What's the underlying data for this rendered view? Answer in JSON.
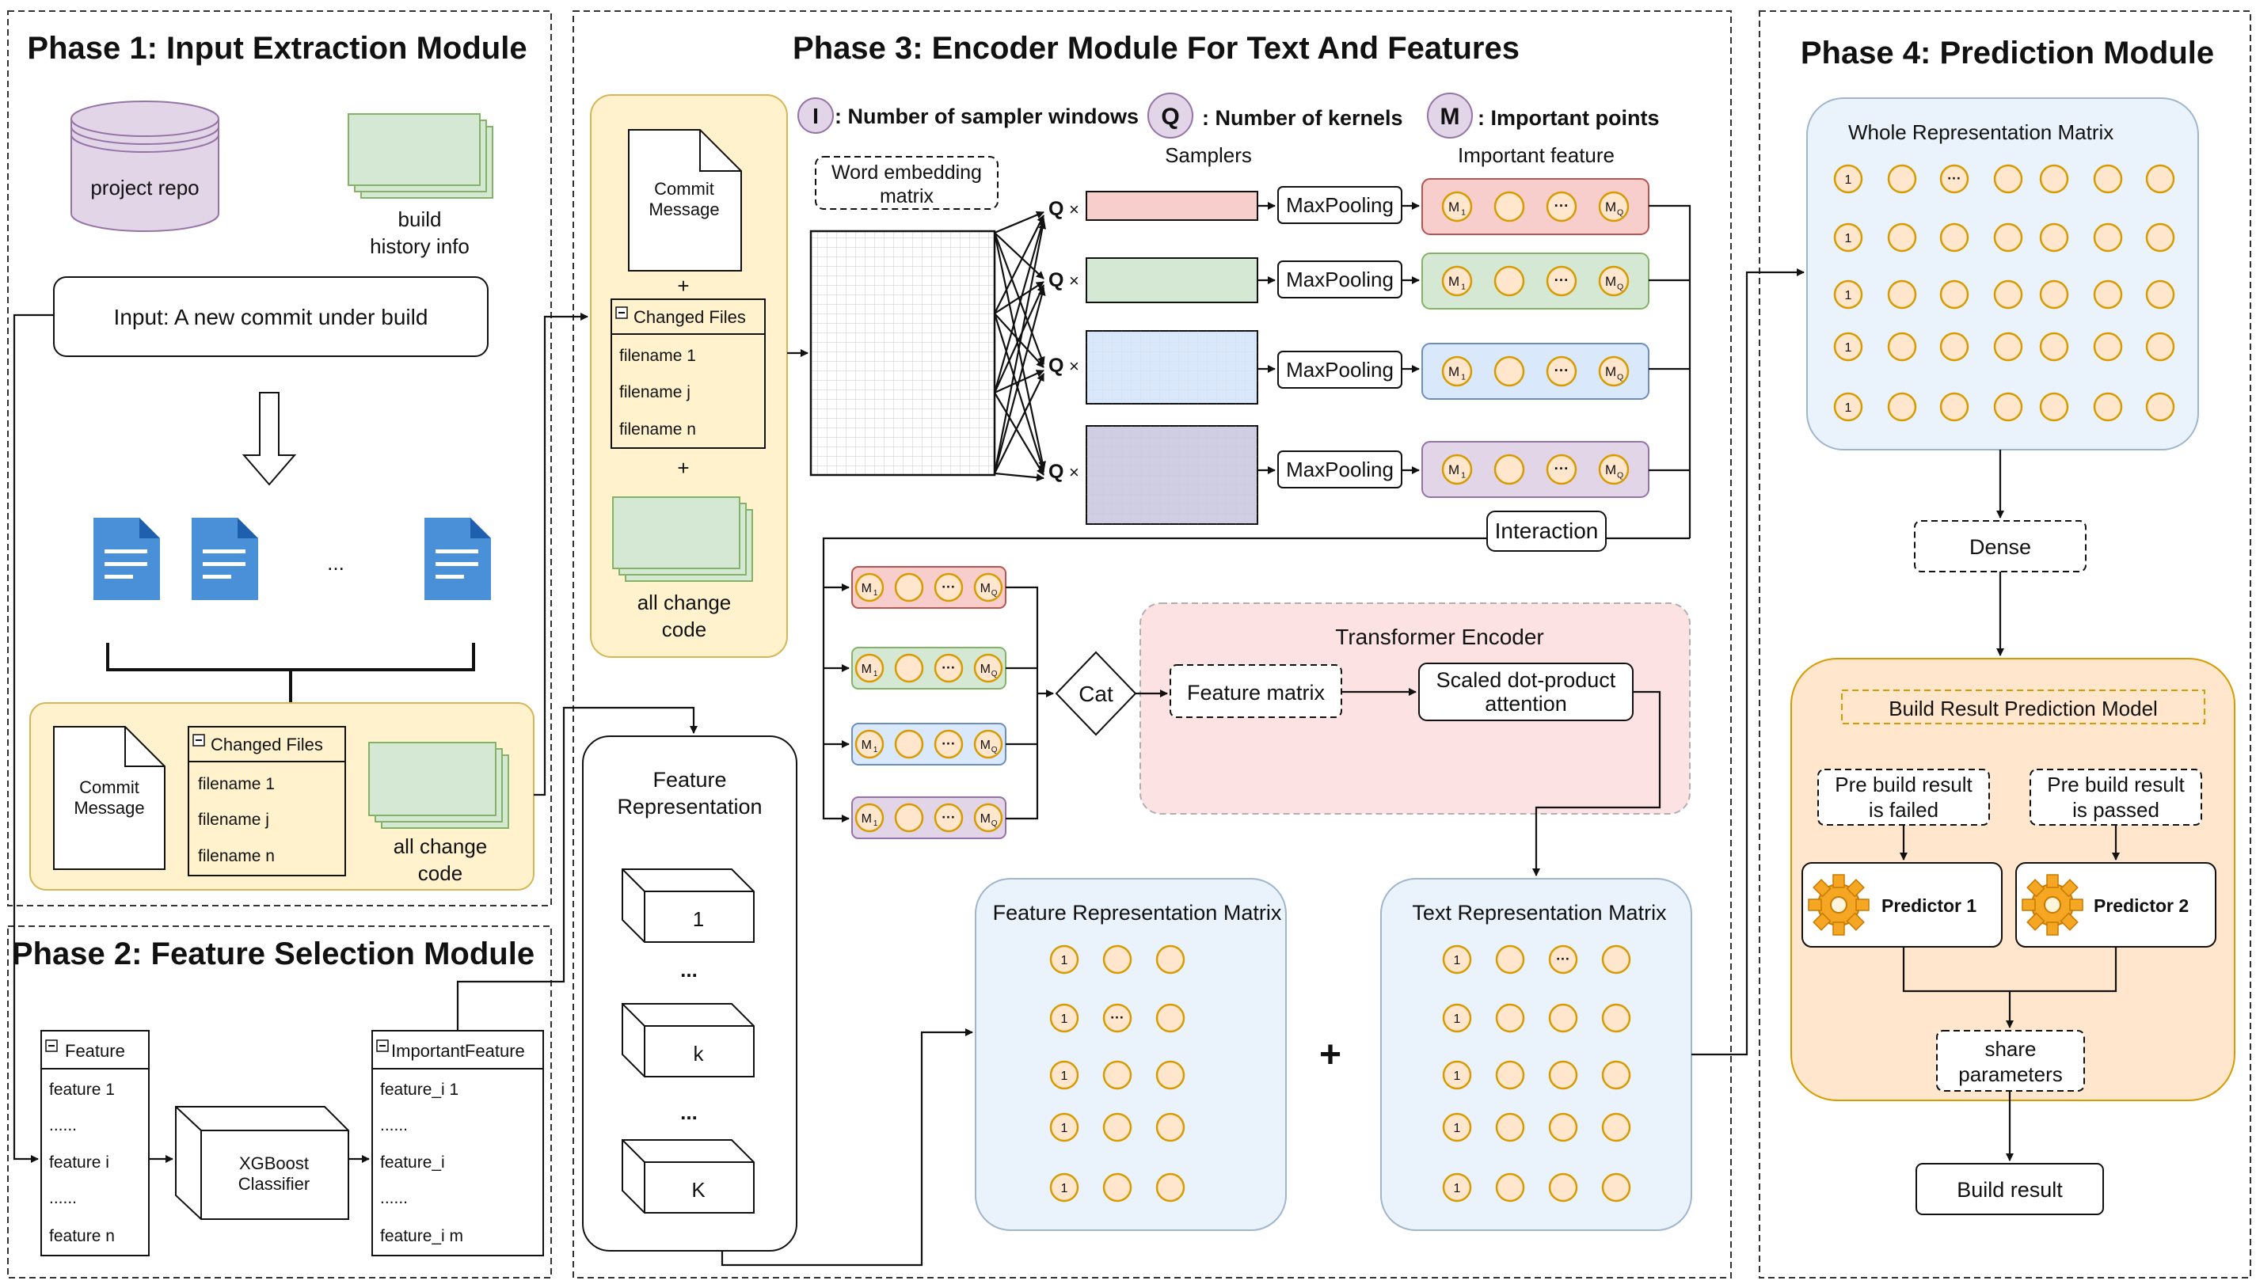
{
  "phases": {
    "p1": "Phase 1: Input Extraction Module",
    "p2": "Phase 2: Feature Selection Module",
    "p3": "Phase 3: Encoder Module For Text And Features",
    "p4": "Phase 4: Prediction Module"
  },
  "phase1": {
    "repo": "project repo",
    "build_info": [
      "build",
      "history info"
    ],
    "input": "Input: A new commit under build",
    "dots": "...",
    "commit_message": [
      "Commit",
      "Message"
    ],
    "changed_files": {
      "title": "Changed Files",
      "items": [
        "filename 1",
        "filename j",
        "filename n"
      ]
    },
    "all_change_code": [
      "all change",
      "code"
    ]
  },
  "phase2": {
    "feature": {
      "title": "Feature",
      "items": [
        "feature 1",
        "......",
        "feature i",
        "......",
        "feature n"
      ]
    },
    "classifier": [
      "XGBoost",
      "Classifier"
    ],
    "important": {
      "title": "ImportantFeature",
      "items": [
        "feature_i 1",
        "......",
        "feature_i",
        "......",
        "feature_i m"
      ]
    }
  },
  "phase3": {
    "legend": {
      "i_symbol": "I",
      "i_text": ": Number of sampler windows",
      "q_symbol": "Q",
      "q_text": ": Number of kernels",
      "m_symbol": "M",
      "m_text": ": Important points"
    },
    "plus": "+",
    "commit_message": [
      "Commit",
      "Message"
    ],
    "changed_files": {
      "title": "Changed Files",
      "items": [
        "filename 1",
        "filename j",
        "filename n"
      ]
    },
    "all_change_code": [
      "all change",
      "code"
    ],
    "word_embedding": [
      "Word embedding",
      "matrix"
    ],
    "samplers_label": "Samplers",
    "important_feature_label": "Important feature",
    "q_times": "Q",
    "times": "×",
    "maxpooling": "MaxPooling",
    "interaction": "Interaction",
    "m1": "M",
    "mq": "M",
    "sub1": "1",
    "subq": "Q",
    "ellipsis": "···",
    "cat": "Cat",
    "transformer": {
      "title": "Transformer Encoder",
      "feature_matrix": "Feature matrix",
      "attention": [
        "Scaled dot-product",
        "attention"
      ]
    },
    "feature_repr": {
      "title": [
        "Feature",
        "Representation"
      ],
      "blocks": [
        "1",
        "k",
        "K"
      ],
      "vdots": "..."
    },
    "feature_matrix_title": "Feature Representation Matrix",
    "text_matrix_title": "Text Representation Matrix",
    "one": "1",
    "big_plus": "+"
  },
  "phase4": {
    "whole_title": "Whole Representation Matrix",
    "one": "1",
    "ellipsis": "···",
    "dense": "Dense",
    "model_title": "Build Result Prediction Model",
    "pre_failed": [
      "Pre build result",
      "is failed"
    ],
    "pre_passed": [
      "Pre build result",
      "is passed"
    ],
    "predictor1": "Predictor 1",
    "predictor2": "Predictor 2",
    "share": [
      "share",
      "parameters"
    ],
    "build_result": "Build result"
  },
  "colors": {
    "yellow_fill": "#fff2cc",
    "yellow_stroke": "#d6b656",
    "blue_fill": "#eaf2fb",
    "blue_stroke": "#9fb6cd",
    "pink_fill": "#fde2e4",
    "orange_fill": "#ffe6cc",
    "orange_stroke": "#d79b00",
    "green_fill": "#d5e8d4",
    "green_stroke": "#82b366",
    "purple_fill": "#e1d5e7",
    "purple_stroke": "#9673a6",
    "red_fill": "#f8cecc",
    "red_stroke": "#b85450",
    "lightblue_fill": "#dae8fc",
    "lightblue_stroke": "#6c8ebf",
    "circle_fill": "#ffe6cc",
    "circle_stroke": "#d79b00"
  }
}
